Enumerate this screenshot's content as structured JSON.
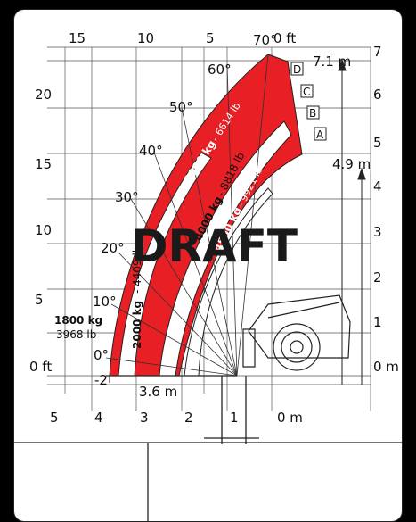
{
  "watermark": "DRAFT",
  "top_scale": {
    "labels": [
      "15",
      "10",
      "5",
      "0 ft"
    ]
  },
  "bottom_scale": {
    "labels": [
      "5",
      "4",
      "3",
      "2",
      "1",
      "0 m"
    ]
  },
  "left_scale": {
    "labels": [
      "20",
      "15",
      "10",
      "5",
      "0 ft",
      "-2"
    ]
  },
  "right_scale": {
    "labels": [
      "7",
      "6",
      "5",
      "4",
      "3",
      "2",
      "1",
      "0 m"
    ]
  },
  "angles": [
    "70°",
    "60°",
    "50°",
    "40°",
    "30°",
    "20°",
    "10°",
    "0°"
  ],
  "zones": [
    "D",
    "C",
    "B",
    "A"
  ],
  "dimensions": {
    "max_height": "7.1 m",
    "reach_height": "4.9 m",
    "max_reach": "3.6 m"
  },
  "capacities": {
    "c1800": {
      "kg": "1800 kg",
      "lb": "3968 lb"
    },
    "c2000": {
      "kg": "2000 kg",
      "lb": "- 4409 lb"
    },
    "c3000": {
      "kg": "3000 kg",
      "lb": "- 6614 lb"
    },
    "c4000": {
      "kg": "4000 kg",
      "lb": "- 8818 lb"
    },
    "c4500": {
      "kg": "4500 kg",
      "lb": "- 9921 lb"
    }
  },
  "colors": {
    "band": "#e81f24",
    "line": "#222222",
    "background": "#ffffff"
  }
}
